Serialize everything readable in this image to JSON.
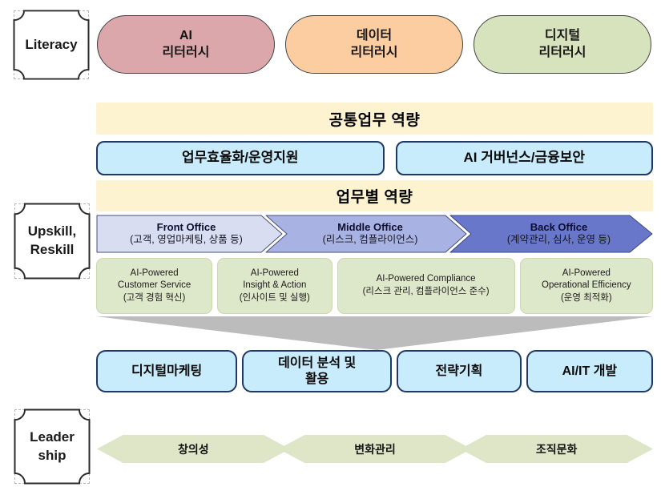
{
  "colors": {
    "stadium_fills": [
      "#dca7ab",
      "#fbcda1",
      "#d7e3bd"
    ],
    "stadium_border": "#434343",
    "header_bar_fill": "#fdf3d0",
    "skill_box_fill": "#c8ecfb",
    "skill_box_border": "#1f3864",
    "chevron_fills": [
      "#d9ddf2",
      "#a9b3e3",
      "#6877ca"
    ],
    "ai_box_fill": "#dde7ca",
    "funnel_fill": "#bcbcbc",
    "hexagon_fill": "#dfe5c7"
  },
  "plaques": {
    "literacy": "Literacy",
    "upskill_line1": "Upskill,",
    "upskill_line2": "Reskill",
    "leadership_line1": "Leader",
    "leadership_line2": "ship"
  },
  "literacy_row": {
    "items": [
      {
        "line1": "AI",
        "line2": "리터러시"
      },
      {
        "line1": "데이터",
        "line2": "리터러시"
      },
      {
        "line1": "디지털",
        "line2": "리터러시"
      }
    ]
  },
  "common_section": {
    "header": "공통업무 역량",
    "boxes": [
      "업무효율화/운영지원",
      "AI 거버넌스/금융보안"
    ]
  },
  "role_section": {
    "header": "업무별 역량",
    "offices": [
      {
        "title": "Front Office",
        "desc": "(고객, 영업마케팅, 상품 등)"
      },
      {
        "title": "Middle Office",
        "desc": "(리스크, 컴플라이언스)"
      },
      {
        "title": "Back Office",
        "desc": "(계약관리, 심사, 운영 등)"
      }
    ],
    "ai_capabilities": [
      {
        "line1": "AI-Powered",
        "line2": "Customer Service",
        "line3": "(고객 경험 혁신)"
      },
      {
        "line1": "AI-Powered",
        "line2": "Insight & Action",
        "line3": "(인사이트 및 실행)"
      },
      {
        "line1": "AI-Powered Compliance",
        "line2": "(리스크 관리, 컴플라이언스 준수)",
        "line3": ""
      },
      {
        "line1": "AI-Powered",
        "line2": "Operational Efficiency",
        "line3": "(운영 최적화)"
      }
    ]
  },
  "career_row": {
    "boxes": [
      "디지털마케팅",
      "데이터 분석 및\n활용",
      "전략기획",
      "AI/IT 개발"
    ]
  },
  "leadership_row": {
    "values": [
      "창의성",
      "변화관리",
      "조직문화"
    ]
  }
}
